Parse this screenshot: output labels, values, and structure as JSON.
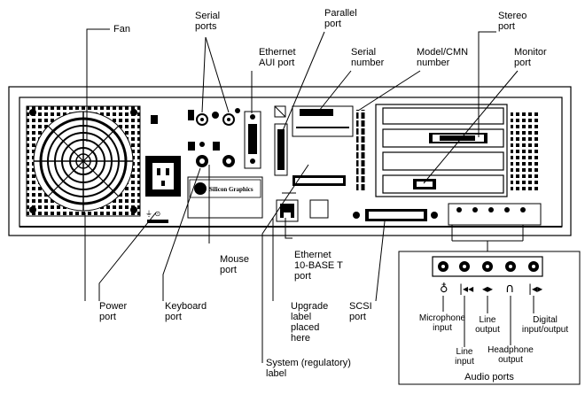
{
  "labels": {
    "fan": "Fan",
    "serial_ports": [
      "Serial",
      "ports"
    ],
    "parallel_port": [
      "Parallel",
      "port"
    ],
    "ethernet_aui": [
      "Ethernet",
      "AUI port"
    ],
    "serial_number": [
      "Serial",
      "number"
    ],
    "model_cmn": [
      "Model/CMN",
      "number"
    ],
    "stereo_port": [
      "Stereo",
      "port"
    ],
    "monitor_port": [
      "Monitor",
      "port"
    ],
    "mouse_port": [
      "Mouse",
      "port"
    ],
    "ethernet_10baset": [
      "Ethernet",
      "10-BASE T",
      "port"
    ],
    "power_port": [
      "Power",
      "port"
    ],
    "keyboard_port": [
      "Keyboard",
      "port"
    ],
    "upgrade_label": [
      "Upgrade",
      "label",
      "placed",
      "here"
    ],
    "scsi_port": [
      "SCSI",
      "port"
    ],
    "system_label": [
      "System (regulatory)",
      "label"
    ],
    "audio_ports": "Audio ports"
  },
  "audio_labels": {
    "microphone": [
      "Microphone",
      "input"
    ],
    "line_input": [
      "Line",
      "input"
    ],
    "line_output": [
      "Line",
      "output"
    ],
    "headphone": [
      "Headphone",
      "output"
    ],
    "digital": [
      "Digital",
      "input/output"
    ]
  },
  "panel_text": {
    "brand": "Silicon Graphics"
  },
  "icons": {
    "microphone": "microphone-icon",
    "line_in": "line-in-icon",
    "line_out": "line-out-icon",
    "headphone": "headphone-icon",
    "digital": "digital-audio-icon"
  }
}
